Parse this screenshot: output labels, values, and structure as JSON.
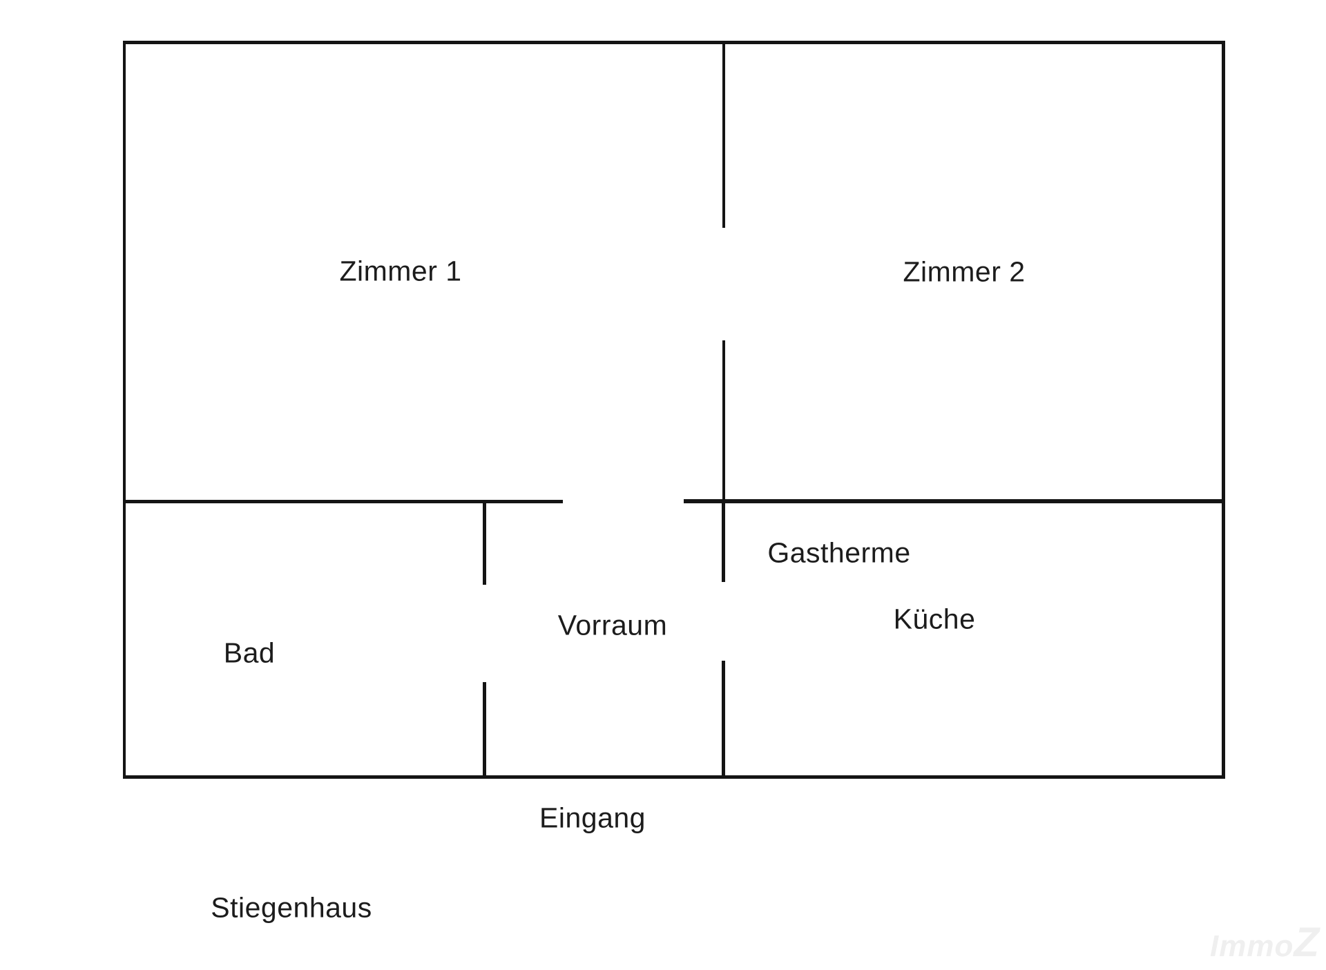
{
  "plan": {
    "labels": {
      "zimmer1": "Zimmer 1",
      "zimmer2": "Zimmer 2",
      "gastherme": "Gastherme",
      "kueche": "Küche",
      "vorraum": "Vorraum",
      "bad": "Bad",
      "eingang": "Eingang",
      "stiegenhaus": "Stiegenhaus"
    },
    "watermark": {
      "prefix": "Immo",
      "suffix": "Z"
    },
    "colors": {
      "wall": "#141414",
      "text": "#1c1c1c",
      "background": "#ffffff",
      "watermark": "#efefef"
    }
  }
}
